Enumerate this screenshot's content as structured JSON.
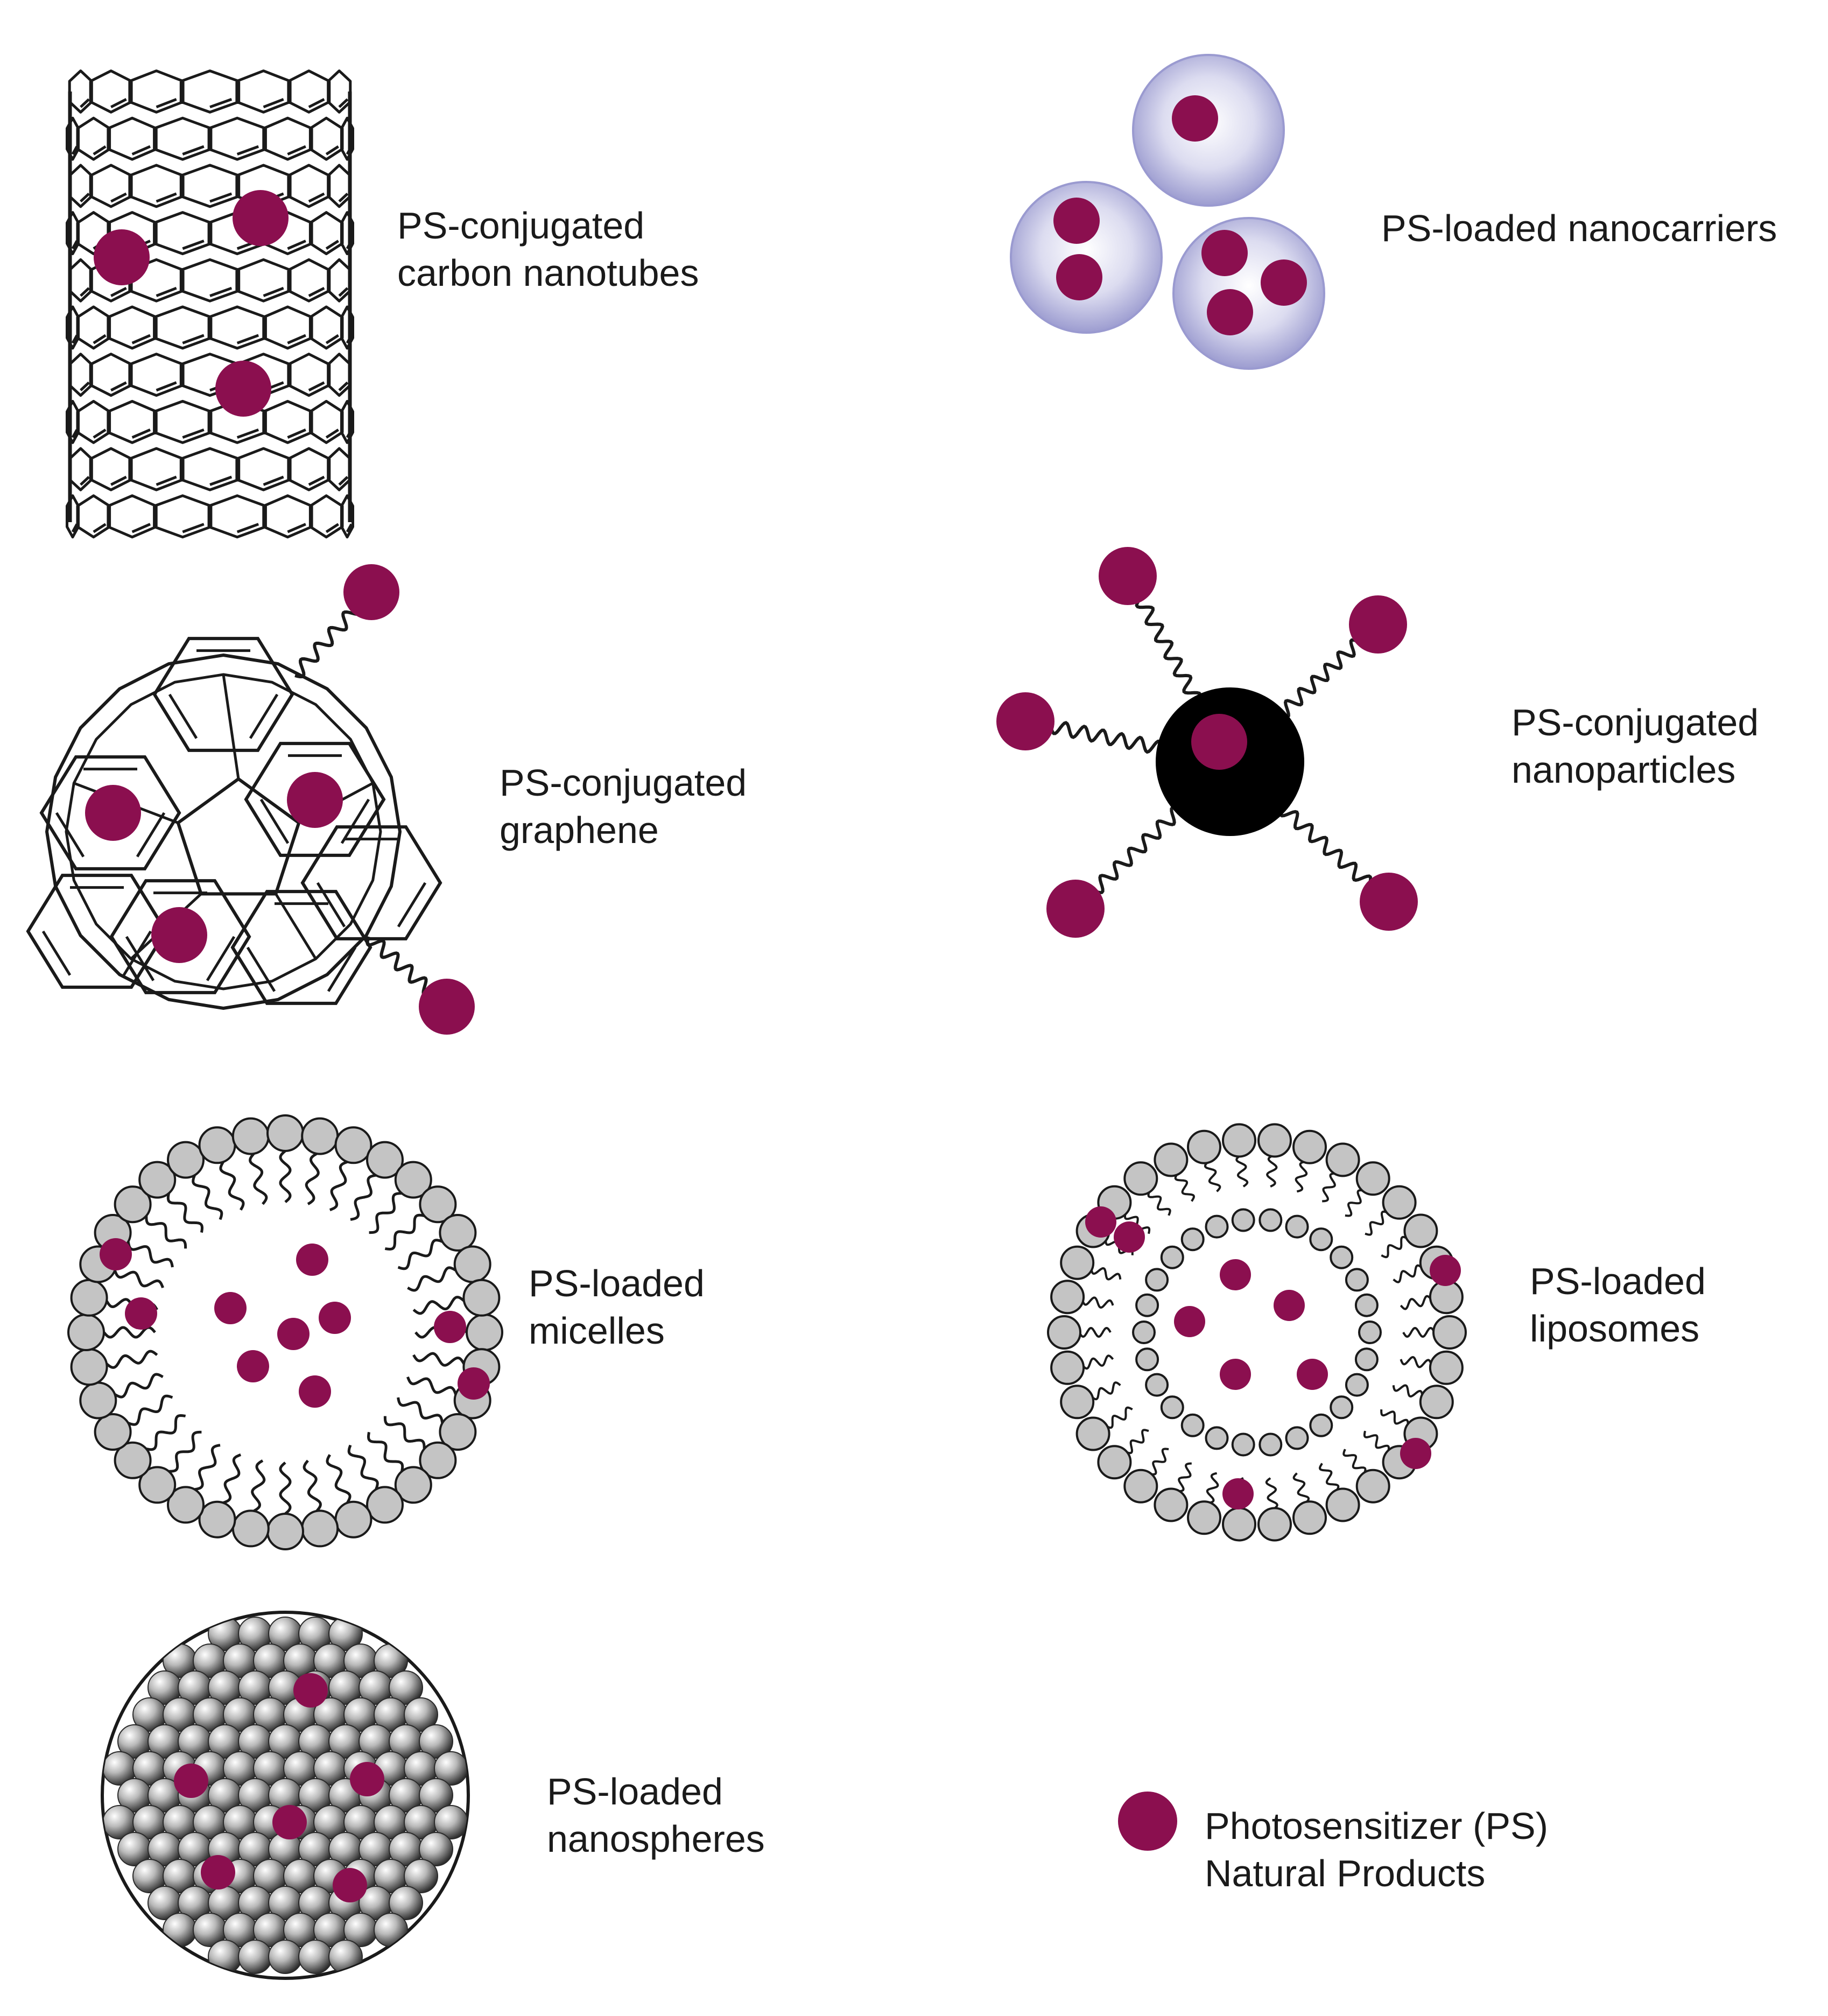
{
  "colors": {
    "photosensitizer": "#8b0f4f",
    "lipid_head": "#c4c4c4",
    "nanocarrier": "#b7b7e0",
    "nanoparticle_core": "#000000",
    "outline": "#1a1a1a"
  },
  "panels": {
    "carbon_nanotubes": {
      "line1": "PS-conjugated",
      "line2": "carbon nanotubes"
    },
    "nanocarriers": {
      "line1": "PS-loaded nanocarriers"
    },
    "graphene": {
      "line1": "PS-conjugated",
      "line2": "graphene"
    },
    "nanoparticles": {
      "line1": "PS-conjugated",
      "line2": "nanoparticles"
    },
    "micelles": {
      "line1": "PS-loaded",
      "line2": "micelles"
    },
    "liposomes": {
      "line1": "PS-loaded",
      "line2": "liposomes"
    },
    "nanospheres": {
      "line1": "PS-loaded",
      "line2": "nanospheres"
    }
  },
  "legend": {
    "icon": "photosensitizer-dot",
    "line1": "Photosensitizer (PS)",
    "line2": "Natural Products"
  }
}
